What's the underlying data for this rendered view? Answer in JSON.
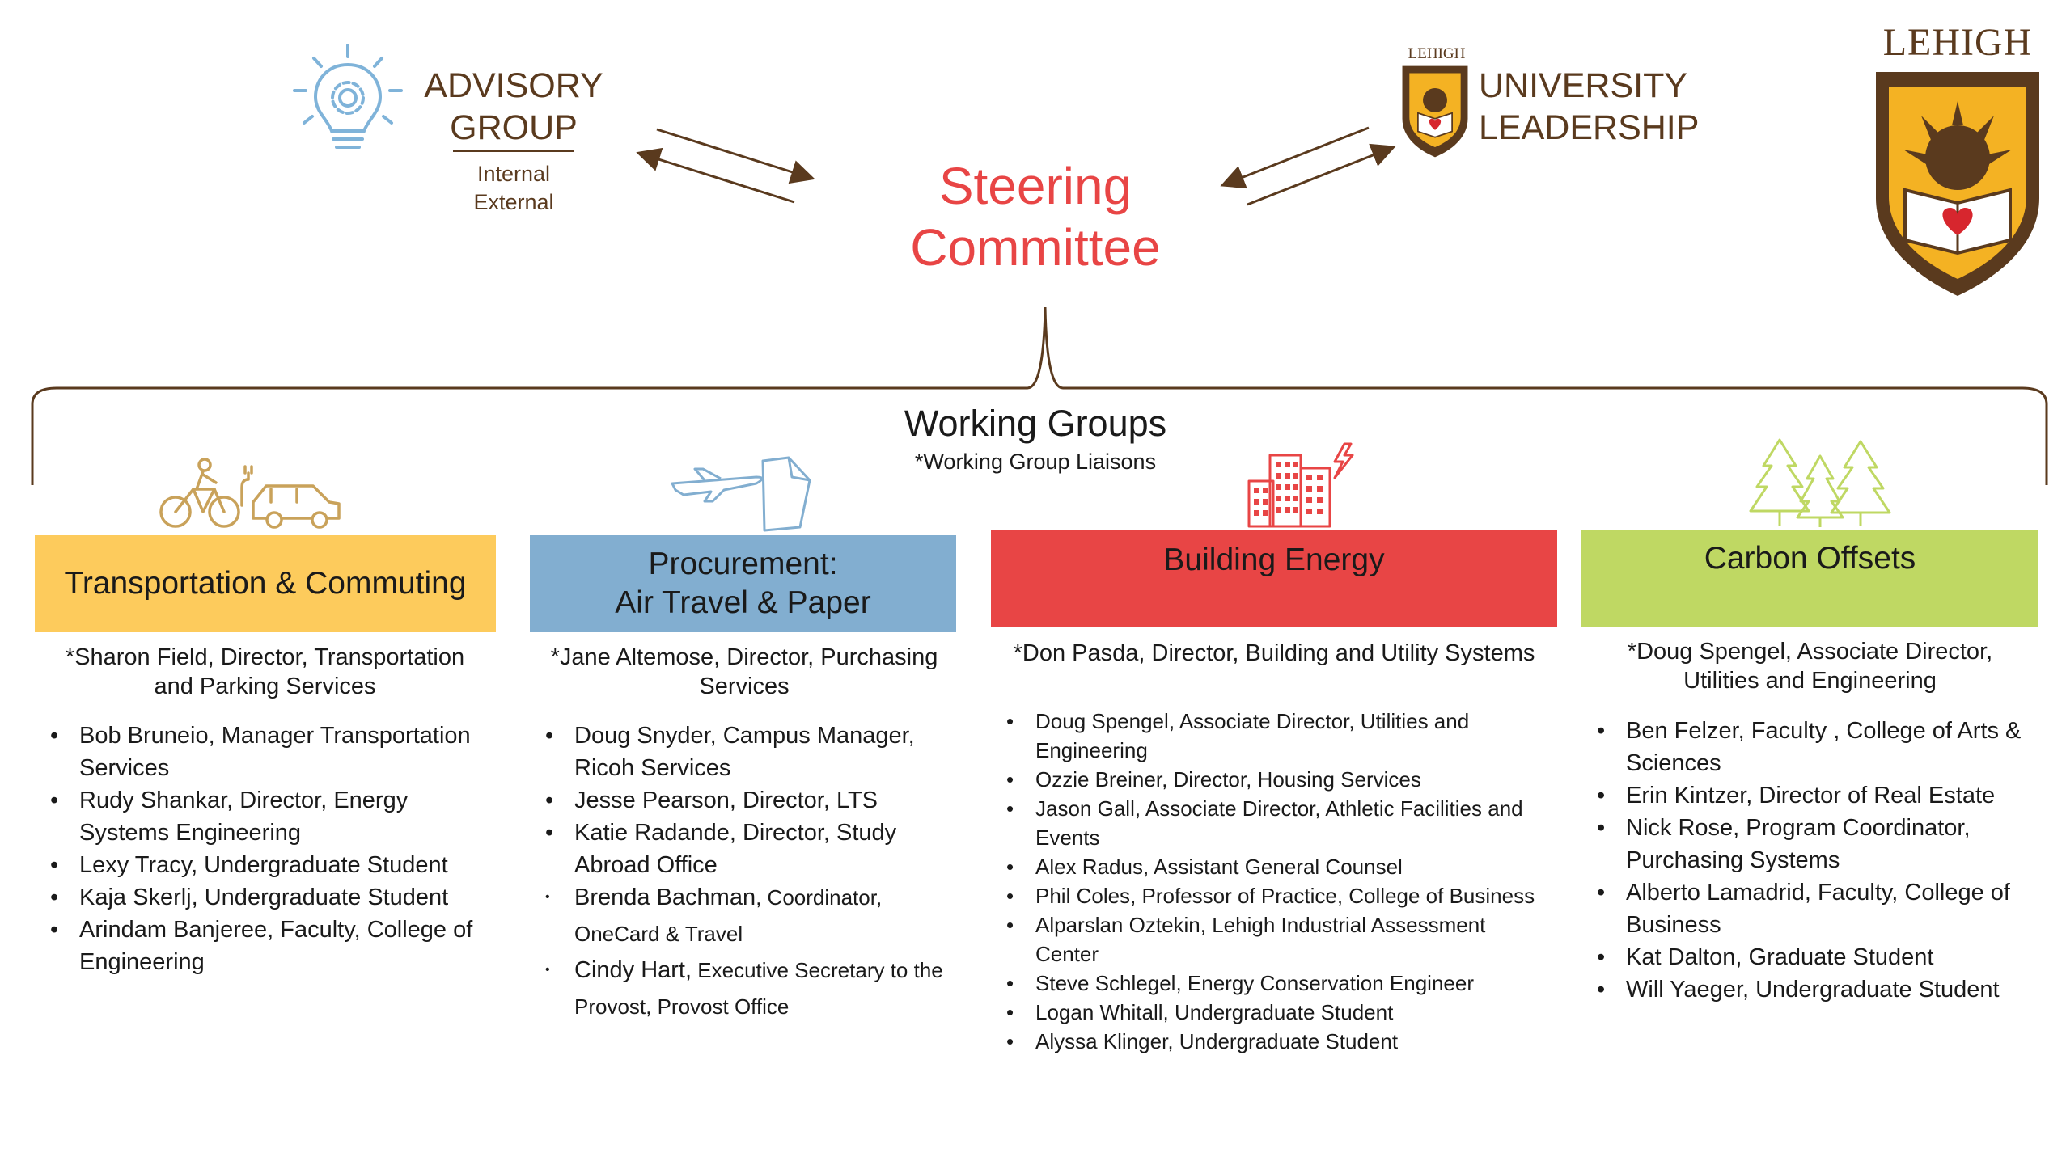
{
  "advisory": {
    "line1": "ADVISORY",
    "line2": "GROUP",
    "sub1": "Internal",
    "sub2": "External"
  },
  "leadership": {
    "line1": "UNIVERSITY",
    "line2": "LEADERSHIP",
    "badge_text": "LEHIGH"
  },
  "steering": {
    "line1": "Steering",
    "line2": "Committee"
  },
  "logo": {
    "wordmark": "LEHIGH"
  },
  "working_groups": {
    "title": "Working Groups",
    "subtitle": "*Working Group Liaisons"
  },
  "colors": {
    "transport": "#fdcb5c",
    "procurement": "#82aed0",
    "energy": "#e84545",
    "offsets": "#bfd863",
    "brown": "#5a3a1e",
    "gold": "#f4b223"
  },
  "groups": [
    {
      "title_lines": [
        "Transportation & Commuting"
      ],
      "icon": "bike-car-icon",
      "liaison_name": "*Sharon Field",
      "liaison_role": ", Director, Transportation and Parking Services",
      "members": [
        {
          "name": "Bob Bruneio",
          "role": ", Manager Transportation Services"
        },
        {
          "name": "Rudy Shankar",
          "role": ", Director, Energy Systems Engineering"
        },
        {
          "name": "Lexy Tracy",
          "role": ", Undergraduate Student"
        },
        {
          "name": "Kaja Skerlj",
          "role": ", Undergraduate Student"
        },
        {
          "name": "Arindam Banjeree",
          "role": ", Faculty, College of Engineering"
        }
      ]
    },
    {
      "title_lines": [
        "Procurement:",
        "Air Travel & Paper"
      ],
      "icon": "plane-paper-icon",
      "liaison_name": "*Jane Altemose",
      "liaison_role": ", Director, Purchasing Services",
      "members": [
        {
          "name": "Doug Snyder",
          "role": ", Campus Manager, Ricoh Services"
        },
        {
          "name": "Jesse Pearson",
          "role": ", Director, LTS"
        },
        {
          "name": "Katie Radande",
          "role": ", Director, Study Abroad Office"
        },
        {
          "name": "Brenda Bachman",
          "role": ", Coordinator, OneCard & Travel"
        },
        {
          "name": "Cindy Hart,",
          "role": " Executive Secretary to the Provost, Provost Office"
        }
      ]
    },
    {
      "title_lines": [
        "Building Energy"
      ],
      "icon": "buildings-bolt-icon",
      "liaison_name": "*Don Pasda",
      "liaison_role": ", Director, Building and Utility Systems",
      "members": [
        {
          "name": "Doug Spengel",
          "role": ", Associate Director, Utilities and Engineering"
        },
        {
          "name": "Ozzie Breiner",
          "role": ", Director, Housing Services"
        },
        {
          "name": "Jason Gall",
          "role": ", Associate Director, Athletic Facilities and Events"
        },
        {
          "name": "Alex Radus",
          "role": ", Assistant General Counsel"
        },
        {
          "name": "Phil Coles",
          "role": ", Professor of Practice, College of Business"
        },
        {
          "name": "Alparslan Oztekin",
          "role": ", Lehigh Industrial Assessment Center"
        },
        {
          "name": "Steve Schlegel",
          "role": ", Energy Conservation Engineer"
        },
        {
          "name": "Logan Whitall",
          "role": ", Undergraduate Student"
        },
        {
          "name": "Alyssa Klinger",
          "role": ", Undergraduate Student"
        }
      ]
    },
    {
      "title_lines": [
        "Carbon Offsets"
      ],
      "icon": "trees-icon",
      "liaison_name": "*Doug Spengel",
      "liaison_role": ", Associate Director, Utilities and Engineering",
      "members": [
        {
          "name": "Ben Felzer",
          "role": ", Faculty , College of Arts & Sciences"
        },
        {
          "name": "Erin Kintzer",
          "role": ", Director of Real Estate"
        },
        {
          "name": "Nick Rose",
          "role": ", Program Coordinator, Purchasing Systems"
        },
        {
          "name": "Alberto Lamadrid",
          "role": ", Faculty, College of Business"
        },
        {
          "name": "Kat Dalton",
          "role": ", Graduate Student"
        },
        {
          "name": "Will Yaeger",
          "role": ", Undergraduate Student"
        }
      ]
    }
  ]
}
